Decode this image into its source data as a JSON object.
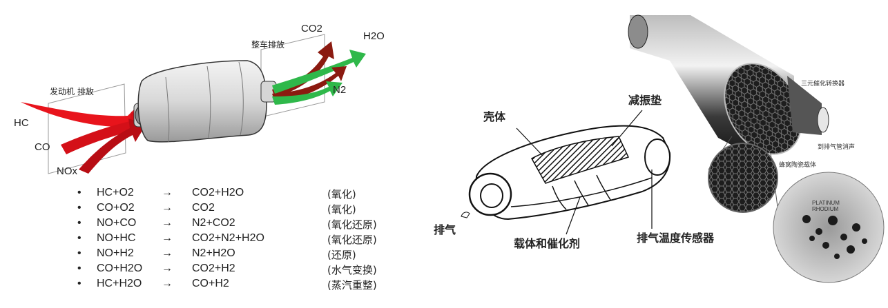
{
  "left_diagram": {
    "engine_exhaust_label": "发动机 排放",
    "tailpipe_label": "整车排放",
    "inputs": [
      "HC",
      "CO",
      "NOx"
    ],
    "outputs": [
      "CO2",
      "H2O",
      "N2"
    ],
    "colors": {
      "inlet_gas": "#e8141c",
      "outlet_gas": "#2fb84a",
      "outlet_dark": "#8b1a10"
    }
  },
  "reactions": [
    {
      "bullet": "•",
      "lhs": "HC+O2",
      "arrow": "→",
      "rhs": "CO2+H2O",
      "type": "(氧化)"
    },
    {
      "bullet": "•",
      "lhs": "CO+O2",
      "arrow": "→",
      "rhs": "CO2",
      "type": "(氧化)"
    },
    {
      "bullet": "•",
      "lhs": "NO+CO",
      "arrow": "→",
      "rhs": "N2+CO2",
      "type": "(氧化还原)"
    },
    {
      "bullet": "•",
      "lhs": "NO+HC",
      "arrow": "→",
      "rhs": "CO2+N2+H2O",
      "type": "(氧化还原)"
    },
    {
      "bullet": "•",
      "lhs": "NO+H2",
      "arrow": "→",
      "rhs": "N2+H2O",
      "type": "(还原)"
    },
    {
      "bullet": "•",
      "lhs": "CO+H2O",
      "arrow": "→",
      "rhs": "CO2+H2",
      "type": "(水气变换)"
    },
    {
      "bullet": "•",
      "lhs": "HC+H2O",
      "arrow": "→",
      "rhs": "CO+H2",
      "type": "(蒸汽重整)"
    }
  ],
  "right_diagram": {
    "labels": {
      "shell": "壳体",
      "damping_pad": "减振垫",
      "exhaust": "排气",
      "substrate_catalyst": "载体和催化剂",
      "exhaust_temp_sensor": "排气温度传感器"
    },
    "inset_labels": {
      "three_way_converter": "三元催化转换器",
      "to_muffler": "到排气管消声",
      "honeycomb_ceramic": "蜂窝陶瓷载体",
      "platinum_rhodium": "PLATINUM RHODIUM"
    }
  }
}
